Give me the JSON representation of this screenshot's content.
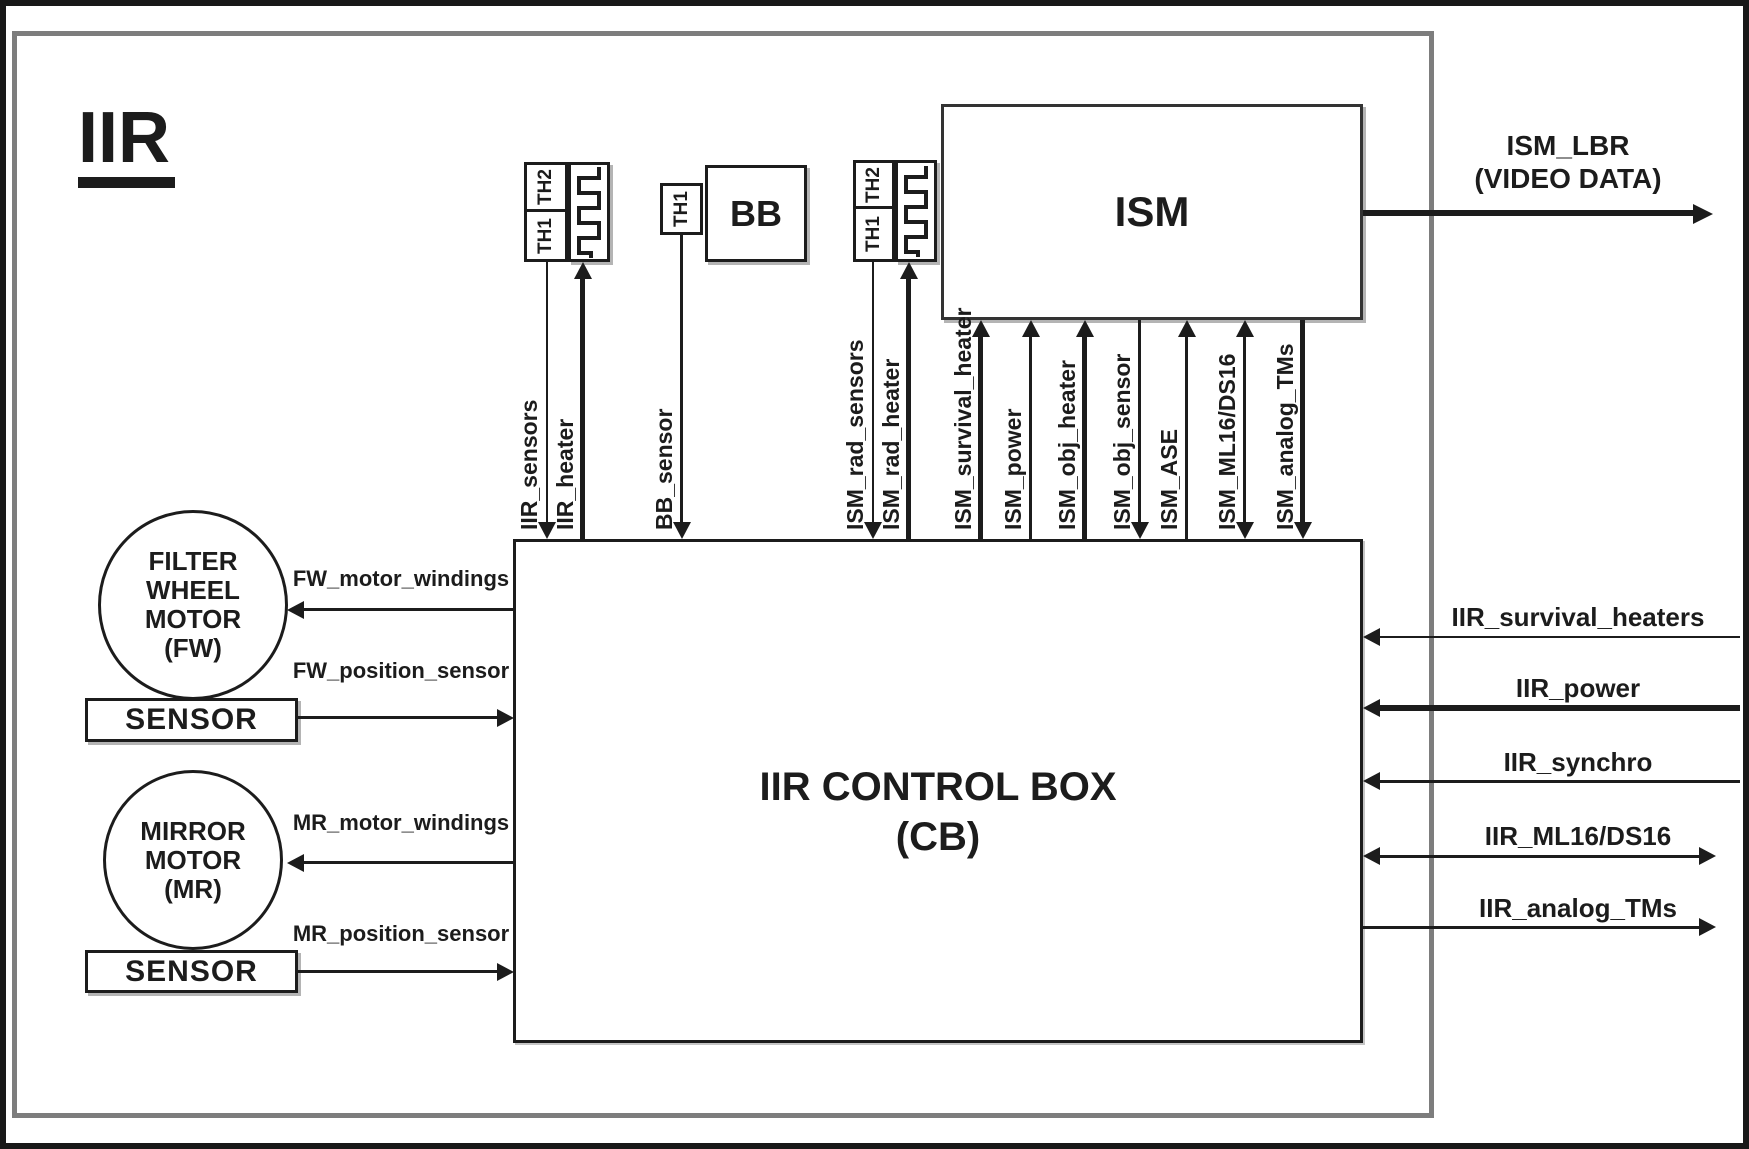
{
  "title": "IIR",
  "boxes": {
    "ism": {
      "label": "ISM"
    },
    "bb": {
      "label": "BB"
    },
    "cb": {
      "label_line1": "IIR CONTROL BOX",
      "label_line2": "(CB)"
    },
    "fw_motor": {
      "lines": [
        "FILTER",
        "WHEEL",
        "MOTOR",
        "(FW)"
      ]
    },
    "mr_motor": {
      "lines": [
        "MIRROR",
        "MOTOR",
        "(MR)"
      ]
    },
    "fw_sensor": {
      "label": "SENSOR"
    },
    "mr_sensor": {
      "label": "SENSOR"
    }
  },
  "thermistor_blocks": {
    "iir": {
      "th2": "TH2",
      "th1": "TH1"
    },
    "bb": {
      "th1": "TH1"
    },
    "ism": {
      "th2": "TH2",
      "th1": "TH1"
    }
  },
  "top_signals": [
    {
      "label": "IIR_sensors",
      "direction": "into_cb",
      "weight": "thin"
    },
    {
      "label": "IIR_heater",
      "direction": "out_of_cb",
      "weight": "thick"
    },
    {
      "label": "BB_sensor",
      "direction": "into_cb",
      "weight": "thin"
    },
    {
      "label": "ISM_rad_sensors",
      "direction": "into_cb",
      "weight": "thin"
    },
    {
      "label": "ISM_rad_heater",
      "direction": "out_of_cb",
      "weight": "thick"
    },
    {
      "label": "ISM_survival_heater",
      "direction": "out_of_cb",
      "weight": "thick"
    },
    {
      "label": "ISM_power",
      "direction": "out_of_cb",
      "weight": "thin"
    },
    {
      "label": "ISM_obj_heater",
      "direction": "out_of_cb",
      "weight": "thick"
    },
    {
      "label": "ISM_obj_sensor",
      "direction": "into_cb",
      "weight": "thin"
    },
    {
      "label": "ISM_ASE",
      "direction": "out_of_cb",
      "weight": "thin"
    },
    {
      "label": "ISM_ML16/DS16",
      "direction": "bidirectional",
      "weight": "thin"
    },
    {
      "label": "ISM_analog_TMs",
      "direction": "into_cb",
      "weight": "thick"
    }
  ],
  "right_signals": [
    {
      "label": "IIR_survival_heaters",
      "direction": "into_cb",
      "weight": "thin"
    },
    {
      "label": "IIR_power",
      "direction": "into_cb",
      "weight": "thick"
    },
    {
      "label": "IIR_synchro",
      "direction": "into_cb",
      "weight": "thin"
    },
    {
      "label": "IIR_ML16/DS16",
      "direction": "bidirectional",
      "weight": "thin"
    },
    {
      "label": "IIR_analog_TMs",
      "direction": "out_of_cb",
      "weight": "thin"
    }
  ],
  "left_signals": [
    {
      "label": "FW_motor_windings",
      "direction": "cb_to_motor"
    },
    {
      "label": "FW_position_sensor",
      "direction": "sensor_to_cb"
    },
    {
      "label": "MR_motor_windings",
      "direction": "cb_to_motor"
    },
    {
      "label": "MR_position_sensor",
      "direction": "sensor_to_cb"
    }
  ],
  "video_output": {
    "label_line1": "ISM_LBR",
    "label_line2": "(VIDEO DATA)"
  },
  "colors": {
    "line": "#1c1c1c",
    "frame_gray": "#7d7d7d",
    "background": "#ffffff"
  }
}
